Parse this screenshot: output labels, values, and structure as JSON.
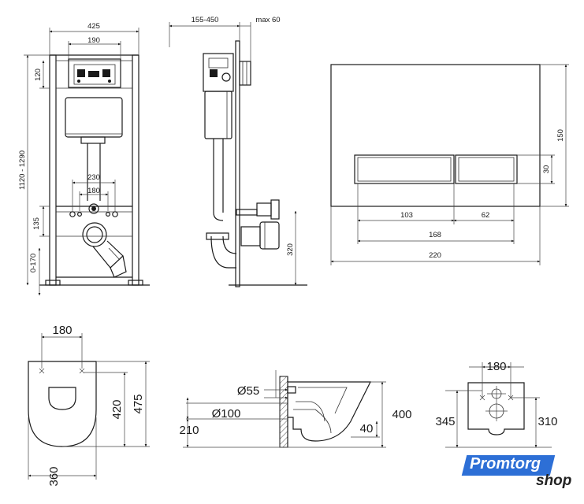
{
  "frame_front": {
    "width": "425",
    "cistern_width": "190",
    "height": "1120 - 1290",
    "top": "120",
    "stud_spacing_wide": "230",
    "stud_spacing_narrow": "180",
    "bolt_height": "135",
    "foot_adjust": "0-170"
  },
  "frame_side": {
    "depth": "155-450",
    "wall_offset": "max 60",
    "drain_height": "320"
  },
  "flush_plate": {
    "height": "150",
    "button_height": "30",
    "left_button": "103",
    "right_button": "62",
    "buttons_total": "168",
    "width": "220"
  },
  "bowl_top": {
    "bolt_spacing": "180",
    "length_outer": "475",
    "length_inner": "420",
    "width": "360"
  },
  "bowl_side": {
    "inlet_diameter": "Ø55",
    "outlet_diameter": "Ø100",
    "outlet_height": "210",
    "height": "400",
    "rim_offset": "40"
  },
  "bowl_rear": {
    "bolt_spacing": "180",
    "mount_height": "345",
    "outlet_height": "310"
  },
  "logo": {
    "brand": "Promtorg",
    "suffix": "shop",
    "color": "#2d6fd6"
  }
}
